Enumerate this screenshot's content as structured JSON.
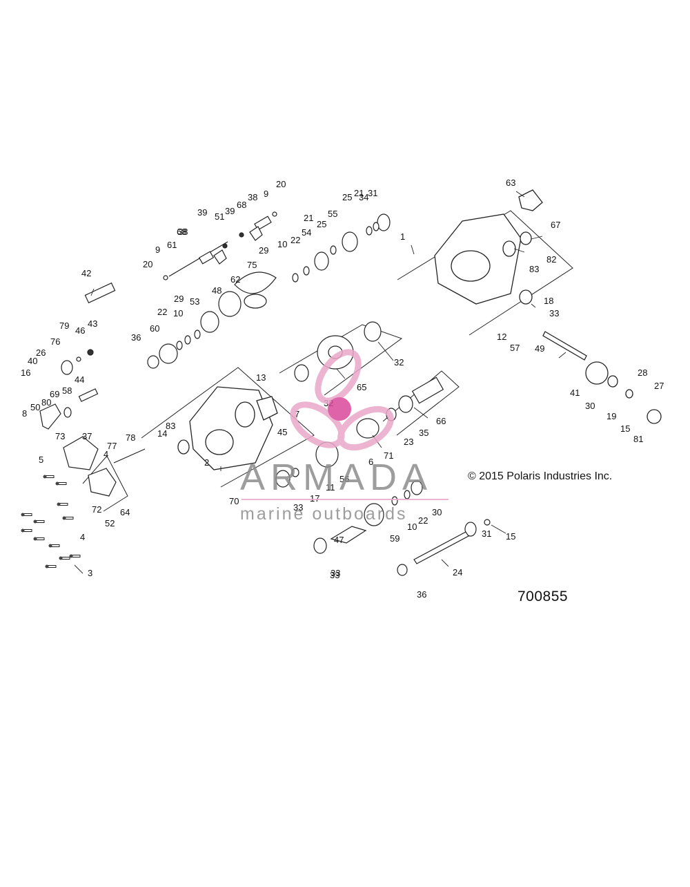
{
  "diagram": {
    "copyright": "© 2015 Polaris Industries Inc.",
    "part_number": "700855",
    "watermark": {
      "brand": "ARMADA",
      "tagline": "marine outboards"
    },
    "callouts": [
      "1",
      "2",
      "3",
      "4",
      "4",
      "5",
      "6",
      "7",
      "8",
      "9",
      "9",
      "10",
      "10",
      "10",
      "11",
      "12",
      "13",
      "14",
      "15",
      "15",
      "16",
      "17",
      "18",
      "19",
      "20",
      "20",
      "21",
      "21",
      "22",
      "22",
      "22",
      "23",
      "24",
      "25",
      "25",
      "26",
      "27",
      "28",
      "29",
      "29",
      "30",
      "30",
      "31",
      "31",
      "32",
      "32",
      "33",
      "33",
      "33",
      "33",
      "34",
      "35",
      "36",
      "36",
      "37",
      "38",
      "38",
      "39",
      "39",
      "40",
      "41",
      "42",
      "43",
      "44",
      "45",
      "46",
      "47",
      "48",
      "49",
      "50",
      "51",
      "52",
      "53",
      "54",
      "55",
      "56",
      "57",
      "58",
      "59",
      "60",
      "61",
      "62",
      "63",
      "64",
      "65",
      "66",
      "67",
      "68",
      "68",
      "69",
      "70",
      "71",
      "72",
      "73",
      "75",
      "76",
      "77",
      "78",
      "79",
      "80",
      "81",
      "82",
      "83",
      "83"
    ]
  },
  "colors": {
    "line": "#222222",
    "watermark_gray": "#8c8c8c",
    "watermark_pink": "#e9a8c8",
    "watermark_magenta": "#d9489a"
  }
}
